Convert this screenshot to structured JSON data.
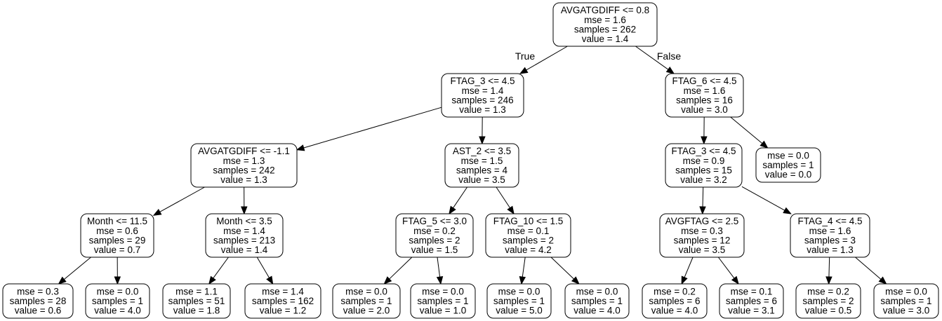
{
  "tree": {
    "nodes": [
      {
        "id": "n0",
        "lines": [
          "AVGATGDIFF <= 0.8",
          "mse = 1.6",
          "samples = 262",
          "value = 1.4"
        ]
      },
      {
        "id": "n1",
        "lines": [
          "FTAG_3 <= 4.5",
          "mse = 1.4",
          "samples = 246",
          "value = 1.3"
        ]
      },
      {
        "id": "n2",
        "lines": [
          "FTAG_6 <= 4.5",
          "mse = 1.6",
          "samples = 16",
          "value = 3.0"
        ]
      },
      {
        "id": "n3",
        "lines": [
          "AVGATGDIFF <= -1.1",
          "mse = 1.3",
          "samples = 242",
          "value = 1.3"
        ]
      },
      {
        "id": "n4",
        "lines": [
          "AST_2 <= 3.5",
          "mse = 1.5",
          "samples = 4",
          "value = 3.5"
        ]
      },
      {
        "id": "n5",
        "lines": [
          "FTAG_3 <= 4.5",
          "mse = 0.9",
          "samples = 15",
          "value = 3.2"
        ]
      },
      {
        "id": "n6",
        "lines": [
          "mse = 0.0",
          "samples = 1",
          "value = 0.0"
        ]
      },
      {
        "id": "n7",
        "lines": [
          "Month <= 11.5",
          "mse = 0.6",
          "samples = 29",
          "value = 0.7"
        ]
      },
      {
        "id": "n8",
        "lines": [
          "Month <= 3.5",
          "mse = 1.4",
          "samples = 213",
          "value = 1.4"
        ]
      },
      {
        "id": "n9",
        "lines": [
          "FTAG_5 <= 3.0",
          "mse = 0.2",
          "samples = 2",
          "value = 1.5"
        ]
      },
      {
        "id": "n10",
        "lines": [
          "FTAG_10 <= 1.5",
          "mse = 0.1",
          "samples = 2",
          "value = 4.2"
        ]
      },
      {
        "id": "n11",
        "lines": [
          "AVGFTAG <= 2.5",
          "mse = 0.3",
          "samples = 12",
          "value = 3.5"
        ]
      },
      {
        "id": "n12",
        "lines": [
          "FTAG_4 <= 4.5",
          "mse = 1.6",
          "samples = 3",
          "value = 1.3"
        ]
      },
      {
        "id": "n13",
        "lines": [
          "mse = 0.3",
          "samples = 28",
          "value = 0.6"
        ]
      },
      {
        "id": "n14",
        "lines": [
          "mse = 0.0",
          "samples = 1",
          "value = 4.0"
        ]
      },
      {
        "id": "n15",
        "lines": [
          "mse = 1.1",
          "samples = 51",
          "value = 1.8"
        ]
      },
      {
        "id": "n16",
        "lines": [
          "mse = 1.4",
          "samples = 162",
          "value = 1.2"
        ]
      },
      {
        "id": "n17",
        "lines": [
          "mse = 0.0",
          "samples = 1",
          "value = 2.0"
        ]
      },
      {
        "id": "n18",
        "lines": [
          "mse = 0.0",
          "samples = 1",
          "value = 1.0"
        ]
      },
      {
        "id": "n19",
        "lines": [
          "mse = 0.0",
          "samples = 1",
          "value = 5.0"
        ]
      },
      {
        "id": "n20",
        "lines": [
          "mse = 0.0",
          "samples = 1",
          "value = 4.0"
        ]
      },
      {
        "id": "n21",
        "lines": [
          "mse = 0.2",
          "samples = 6",
          "value = 4.0"
        ]
      },
      {
        "id": "n22",
        "lines": [
          "mse = 0.1",
          "samples = 6",
          "value = 3.1"
        ]
      },
      {
        "id": "n23",
        "lines": [
          "mse = 0.2",
          "samples = 2",
          "value = 0.5"
        ]
      },
      {
        "id": "n24",
        "lines": [
          "mse = 0.0",
          "samples = 1",
          "value = 3.0"
        ]
      }
    ],
    "edges": [
      {
        "from": "n0",
        "to": "n1",
        "label": "True"
      },
      {
        "from": "n0",
        "to": "n2",
        "label": "False"
      },
      {
        "from": "n1",
        "to": "n3",
        "label": ""
      },
      {
        "from": "n1",
        "to": "n4",
        "label": ""
      },
      {
        "from": "n2",
        "to": "n5",
        "label": ""
      },
      {
        "from": "n2",
        "to": "n6",
        "label": ""
      },
      {
        "from": "n3",
        "to": "n7",
        "label": ""
      },
      {
        "from": "n3",
        "to": "n8",
        "label": ""
      },
      {
        "from": "n4",
        "to": "n9",
        "label": ""
      },
      {
        "from": "n4",
        "to": "n10",
        "label": ""
      },
      {
        "from": "n5",
        "to": "n11",
        "label": ""
      },
      {
        "from": "n5",
        "to": "n12",
        "label": ""
      },
      {
        "from": "n7",
        "to": "n13",
        "label": ""
      },
      {
        "from": "n7",
        "to": "n14",
        "label": ""
      },
      {
        "from": "n8",
        "to": "n15",
        "label": ""
      },
      {
        "from": "n8",
        "to": "n16",
        "label": ""
      },
      {
        "from": "n9",
        "to": "n17",
        "label": ""
      },
      {
        "from": "n9",
        "to": "n18",
        "label": ""
      },
      {
        "from": "n10",
        "to": "n19",
        "label": ""
      },
      {
        "from": "n10",
        "to": "n20",
        "label": ""
      },
      {
        "from": "n11",
        "to": "n21",
        "label": ""
      },
      {
        "from": "n11",
        "to": "n22",
        "label": ""
      },
      {
        "from": "n12",
        "to": "n23",
        "label": ""
      },
      {
        "from": "n12",
        "to": "n24",
        "label": ""
      }
    ]
  }
}
